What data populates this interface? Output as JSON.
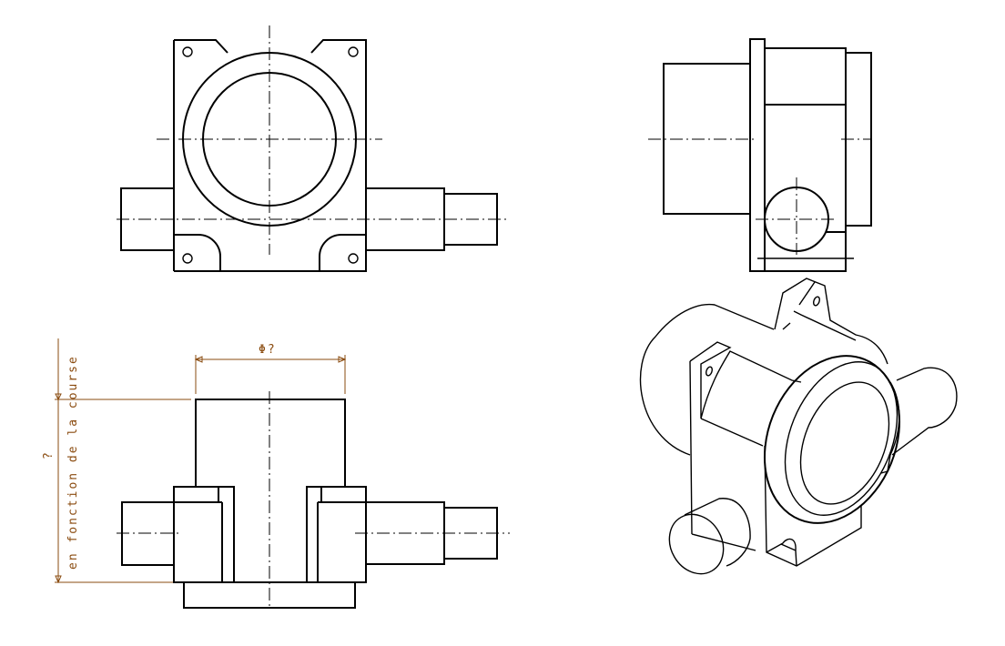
{
  "drawing": {
    "views": [
      "front-view",
      "side-view",
      "bottom-view",
      "isometric-view"
    ],
    "dimensions": {
      "diameter_label": "Φ?",
      "height_label": "?",
      "height_note": "en fonction de la course"
    },
    "colors": {
      "lines": "#000000",
      "dimensions": "#8a4b0f"
    }
  }
}
